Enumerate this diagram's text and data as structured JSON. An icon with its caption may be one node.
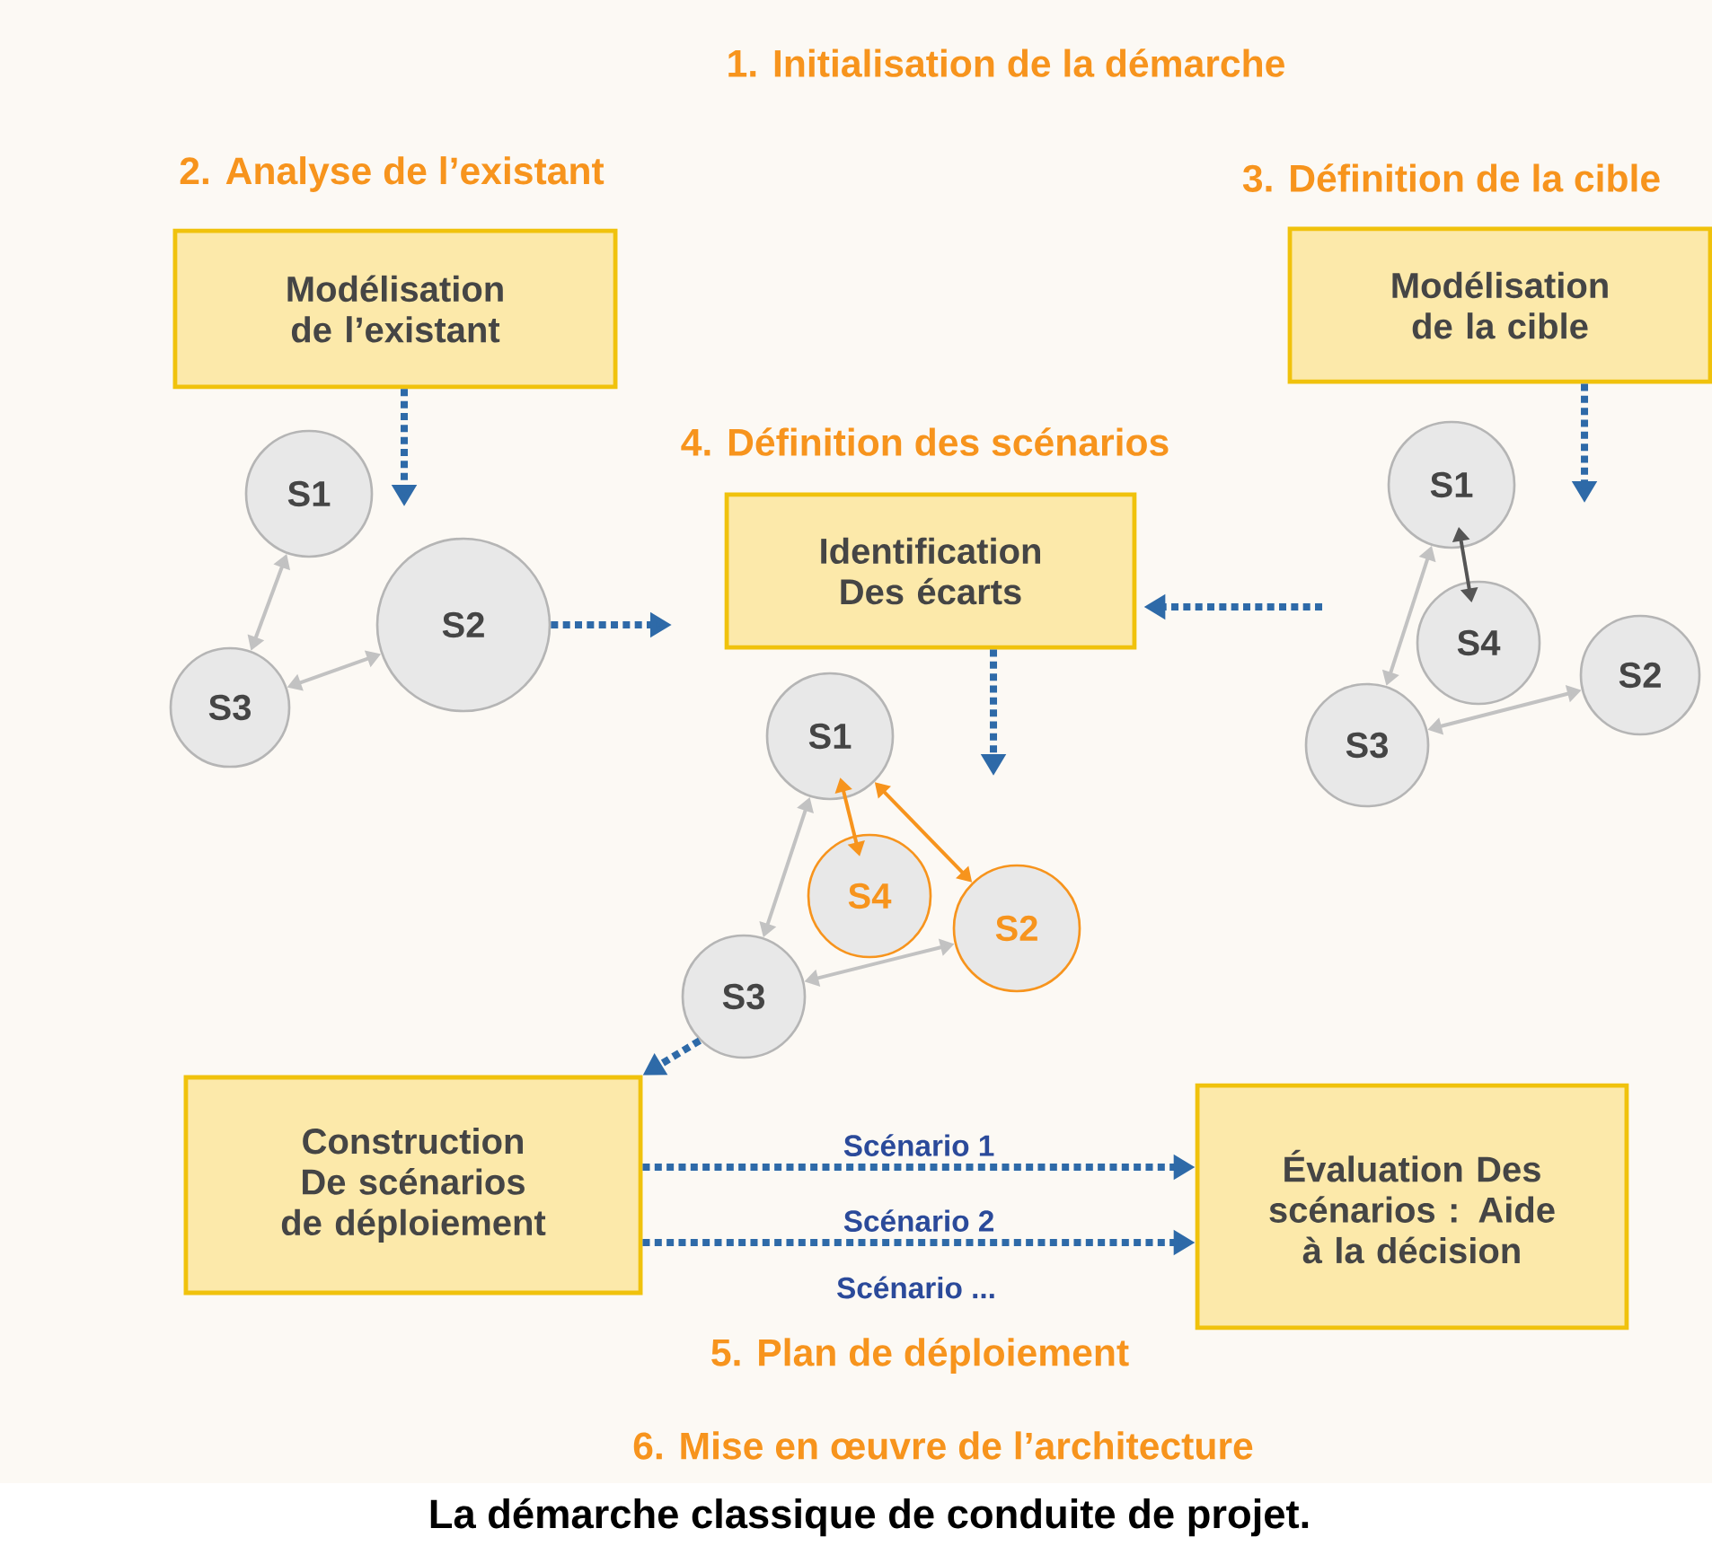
{
  "diagram": {
    "caption": "La démarche classique de conduite de projet.",
    "nodes": [
      {
        "text": [
          "Modélisation de l’existant"
        ]
      },
      {
        "text": [
          "Modélisation de la cible"
        ]
      },
      {
        "text": [
          "Identification Des écarts"
        ]
      },
      {
        "text": [
          "Construction De scénarios de déploiement"
        ]
      },
      {
        "text": [
          "Évaluation Des scénarios : Aide à la décision"
        ]
      },
      {
        "text": [
          "S1"
        ]
      },
      {
        "text": [
          "S2"
        ]
      },
      {
        "text": [
          "S3"
        ]
      },
      {
        "text": [
          "S1"
        ]
      },
      {
        "text": [
          "S4"
        ]
      },
      {
        "text": [
          "S2"
        ]
      },
      {
        "text": [
          "S3"
        ]
      },
      {
        "text": [
          "S1"
        ]
      },
      {
        "text": [
          "S4"
        ]
      },
      {
        "text": [
          "S2"
        ]
      },
      {
        "text": [
          "S3"
        ]
      }
    ],
    "edges": [
      {
        "from": 0,
        "to": null,
        "arrow": "to",
        "style": "dashed",
        "color": "#2e6aa8"
      },
      {
        "from": 6,
        "to": 2,
        "arrow": "to",
        "style": "dashed",
        "color": "#2e6aa8"
      },
      {
        "from": 1,
        "to": null,
        "arrow": "to",
        "style": "dashed",
        "color": "#2e6aa8"
      },
      {
        "from": null,
        "to": 2,
        "arrow": "to",
        "style": "dashed",
        "color": "#2e6aa8"
      },
      {
        "from": 2,
        "to": null,
        "arrow": "to",
        "style": "dashed",
        "color": "#2e6aa8"
      },
      {
        "from": 11,
        "to": 3,
        "arrow": "to",
        "style": "dashed",
        "color": "#2e6aa8"
      },
      {
        "from": 3,
        "to": 4,
        "arrow": "to",
        "label": "Scénario 1",
        "style": "dashed",
        "color": "#2e6aa8"
      },
      {
        "from": 3,
        "to": 4,
        "arrow": "to",
        "label": "Scénario 2",
        "style": "dashed",
        "color": "#2e6aa8"
      },
      {
        "from": 5,
        "to": 7,
        "arrow": "both",
        "color": "#c2c2c2"
      },
      {
        "from": 7,
        "to": 6,
        "arrow": "both",
        "color": "#c2c2c2"
      },
      {
        "from": 8,
        "to": 11,
        "arrow": "both",
        "color": "#c2c2c2"
      },
      {
        "from": 11,
        "to": 10,
        "arrow": "both",
        "color": "#c2c2c2"
      },
      {
        "from": 8,
        "to": 9,
        "arrow": "both",
        "color": "#f7941d"
      },
      {
        "from": 8,
        "to": 10,
        "arrow": "both",
        "color": "#f7941d"
      },
      {
        "from": 12,
        "to": 15,
        "arrow": "both",
        "color": "#c2c2c2"
      },
      {
        "from": 15,
        "to": 14,
        "arrow": "both",
        "color": "#c2c2c2"
      },
      {
        "from": 12,
        "to": 13,
        "arrow": "both",
        "color": "#555555"
      }
    ],
    "labels": [
      "1. Initialisation de la démarche",
      "2. Analyse de l’existant",
      "3. Définition de la cible",
      "4. Définition des scénarios",
      "Scénario ...",
      "5. Plan de déploiement",
      "6. Mise en œuvre de l’architecture"
    ]
  }
}
